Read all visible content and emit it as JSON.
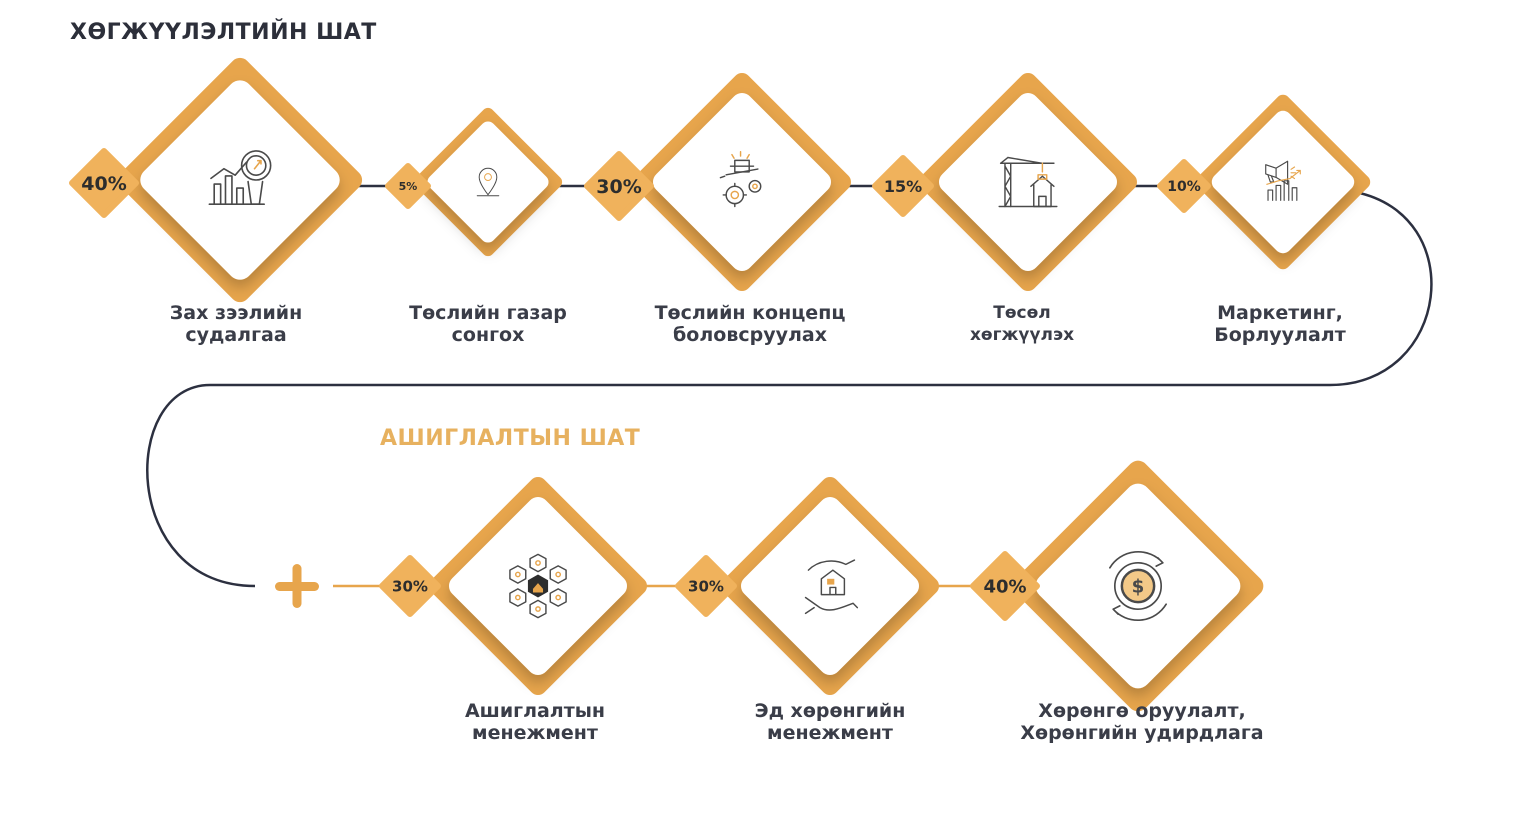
{
  "headings": {
    "development": "ХӨГЖҮҮЛЭЛТИЙН ШАТ",
    "operation": "АШИГЛАЛТЫН ШАТ"
  },
  "steps": [
    {
      "pct": "40%",
      "line1": "Зах зээлийн",
      "line2": "судалгаа",
      "icon": "market-research-chart-icon"
    },
    {
      "pct": "5%",
      "line1": "Төслийн газар",
      "line2": "сонгох",
      "icon": "location-pin-icon"
    },
    {
      "pct": "30%",
      "line1": "Төслийн концепц",
      "line2": "боловсруулах",
      "icon": "idea-gears-icon"
    },
    {
      "pct": "15%",
      "line1": "Төсөл",
      "line2": "хөгжүүлэх",
      "icon": "construction-crane-icon"
    },
    {
      "pct": "10%",
      "line1": "Маркетинг,",
      "line2": "Борлуулалт",
      "icon": "megaphone-growth-icon"
    },
    {
      "pct": "30%",
      "line1": "Ашиглалтын",
      "line2": "менежмент",
      "icon": "building-services-icon"
    },
    {
      "pct": "30%",
      "line1": "Эд хөрөнгийн",
      "line2": "менежмент",
      "icon": "hands-house-icon"
    },
    {
      "pct": "40%",
      "line1": "Хөрөнгө оруулалт,",
      "line2": "Хөрөнгийн удирдлага",
      "icon": "money-cycle-gear-icon"
    }
  ],
  "colors": {
    "accent": "#e7a54c",
    "accent_light": "#f3c988",
    "line": "#2c3040",
    "text": "#3a3d48"
  }
}
